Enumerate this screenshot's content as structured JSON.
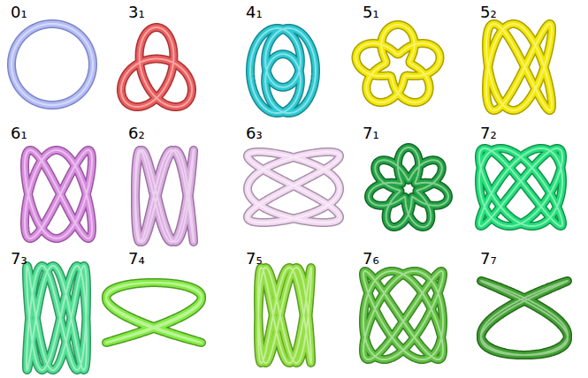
{
  "diagram": {
    "labels": [
      "0₁",
      "3₁",
      "4₁",
      "5₁",
      "5₂",
      "6₁",
      "6₂",
      "6₃",
      "7₁",
      "7₂",
      "7₃",
      "7₄",
      "7₅",
      "7₆",
      "7₇"
    ]
  }
}
